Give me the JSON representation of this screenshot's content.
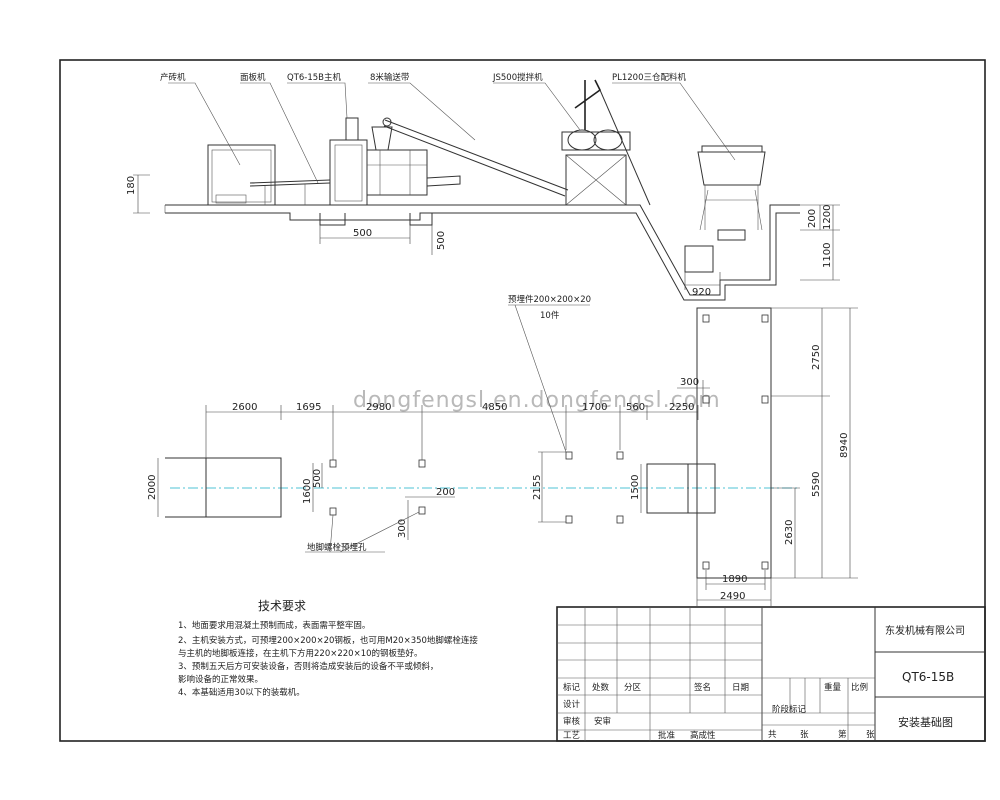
{
  "watermark": "dongfengsl.en.dongfengsl.com",
  "elevation": {
    "labels": {
      "pallet_machine": "产砖机",
      "plate_feeder": "面板机",
      "main_machine": "QT6-15B主机",
      "conveyor": "8米输送带",
      "mixer": "JS500搅拌机",
      "batcher": "PL1200三仓配料机"
    },
    "dims": {
      "d180": "180",
      "d500a": "500",
      "d500b": "500",
      "d200": "200",
      "d1200": "1200",
      "d1100": "1100",
      "d920": "920"
    }
  },
  "plan": {
    "callout_top_line1": "预埋件200×200×20",
    "callout_top_line2": "10件",
    "callout_bottom": "地脚螺栓预埋孔",
    "dims": {
      "d2600": "2600",
      "d1695": "1695",
      "d2980": "2980",
      "d4850": "4850",
      "d1700": "1700",
      "d560": "560",
      "d2250": "2250",
      "d300a": "300",
      "d2750": "2750",
      "d5590": "5590",
      "d8940": "8940",
      "d2630": "2630",
      "d1890": "1890",
      "d2490": "2490",
      "d2000": "2000",
      "d1600": "1600",
      "d500": "500",
      "d200": "200",
      "d300b": "300",
      "d2155": "2155",
      "d1500": "1500"
    }
  },
  "notes": {
    "title": "技术要求",
    "lines": [
      "1、地面要求用混凝土预制而成，表面需平整牢固。",
      "2、主机安装方式，可预埋200×200×20钢板，也可用M20×350地脚螺栓连接",
      "   与主机的地脚板连接，在主机下方用220×220×10的钢板垫好。",
      "3、预制五天后方可安装设备，否则将造成安装后的设备不平或倾斜，",
      "   影响设备的正常效果。",
      "4、本基础适用30以下的装载机。"
    ]
  },
  "titleblock": {
    "company": "东发机械有限公司",
    "model": "QT6-15B",
    "drawing_name": "安装基础图",
    "row_labels": [
      "标记",
      "处数",
      "分区",
      "签名",
      "日期"
    ],
    "design": "设计",
    "check": "审核",
    "standard": "安审",
    "process": "工艺",
    "approve": "批准",
    "highlight": "高成性",
    "stage_label": "阶段标记",
    "weight": "重量",
    "scale": "比例",
    "total": "共",
    "sheet": "张",
    "page": "第",
    "sheet2": "张"
  }
}
